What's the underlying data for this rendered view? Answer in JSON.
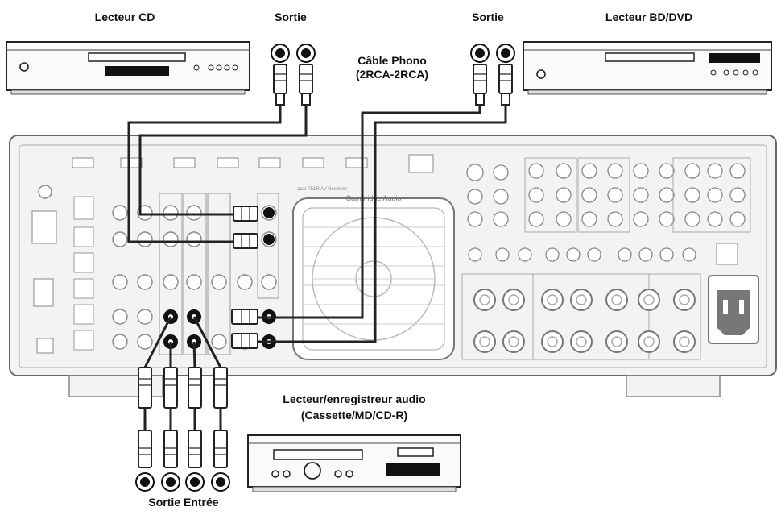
{
  "labels": {
    "cd_player": "Lecteur CD",
    "bd_player": "Lecteur BD/DVD",
    "output_left": "Sortie",
    "output_right": "Sortie",
    "cable_line1": "Câble Phono",
    "cable_line2": "(2RCA-2RCA)",
    "recorder_line1": "Lecteur/enregistreur audio",
    "recorder_line2": "(Cassette/MD/CD-R)",
    "bottom_label": "Sortie Entrée"
  },
  "receiver": {
    "brand_text": "Cambridge Audio",
    "model_text": "azur 751R AV Receiver"
  },
  "colors": {
    "line": "#222222",
    "panel": "#f2f2f2",
    "panel_stroke": "#555555",
    "display_black": "#111111"
  }
}
